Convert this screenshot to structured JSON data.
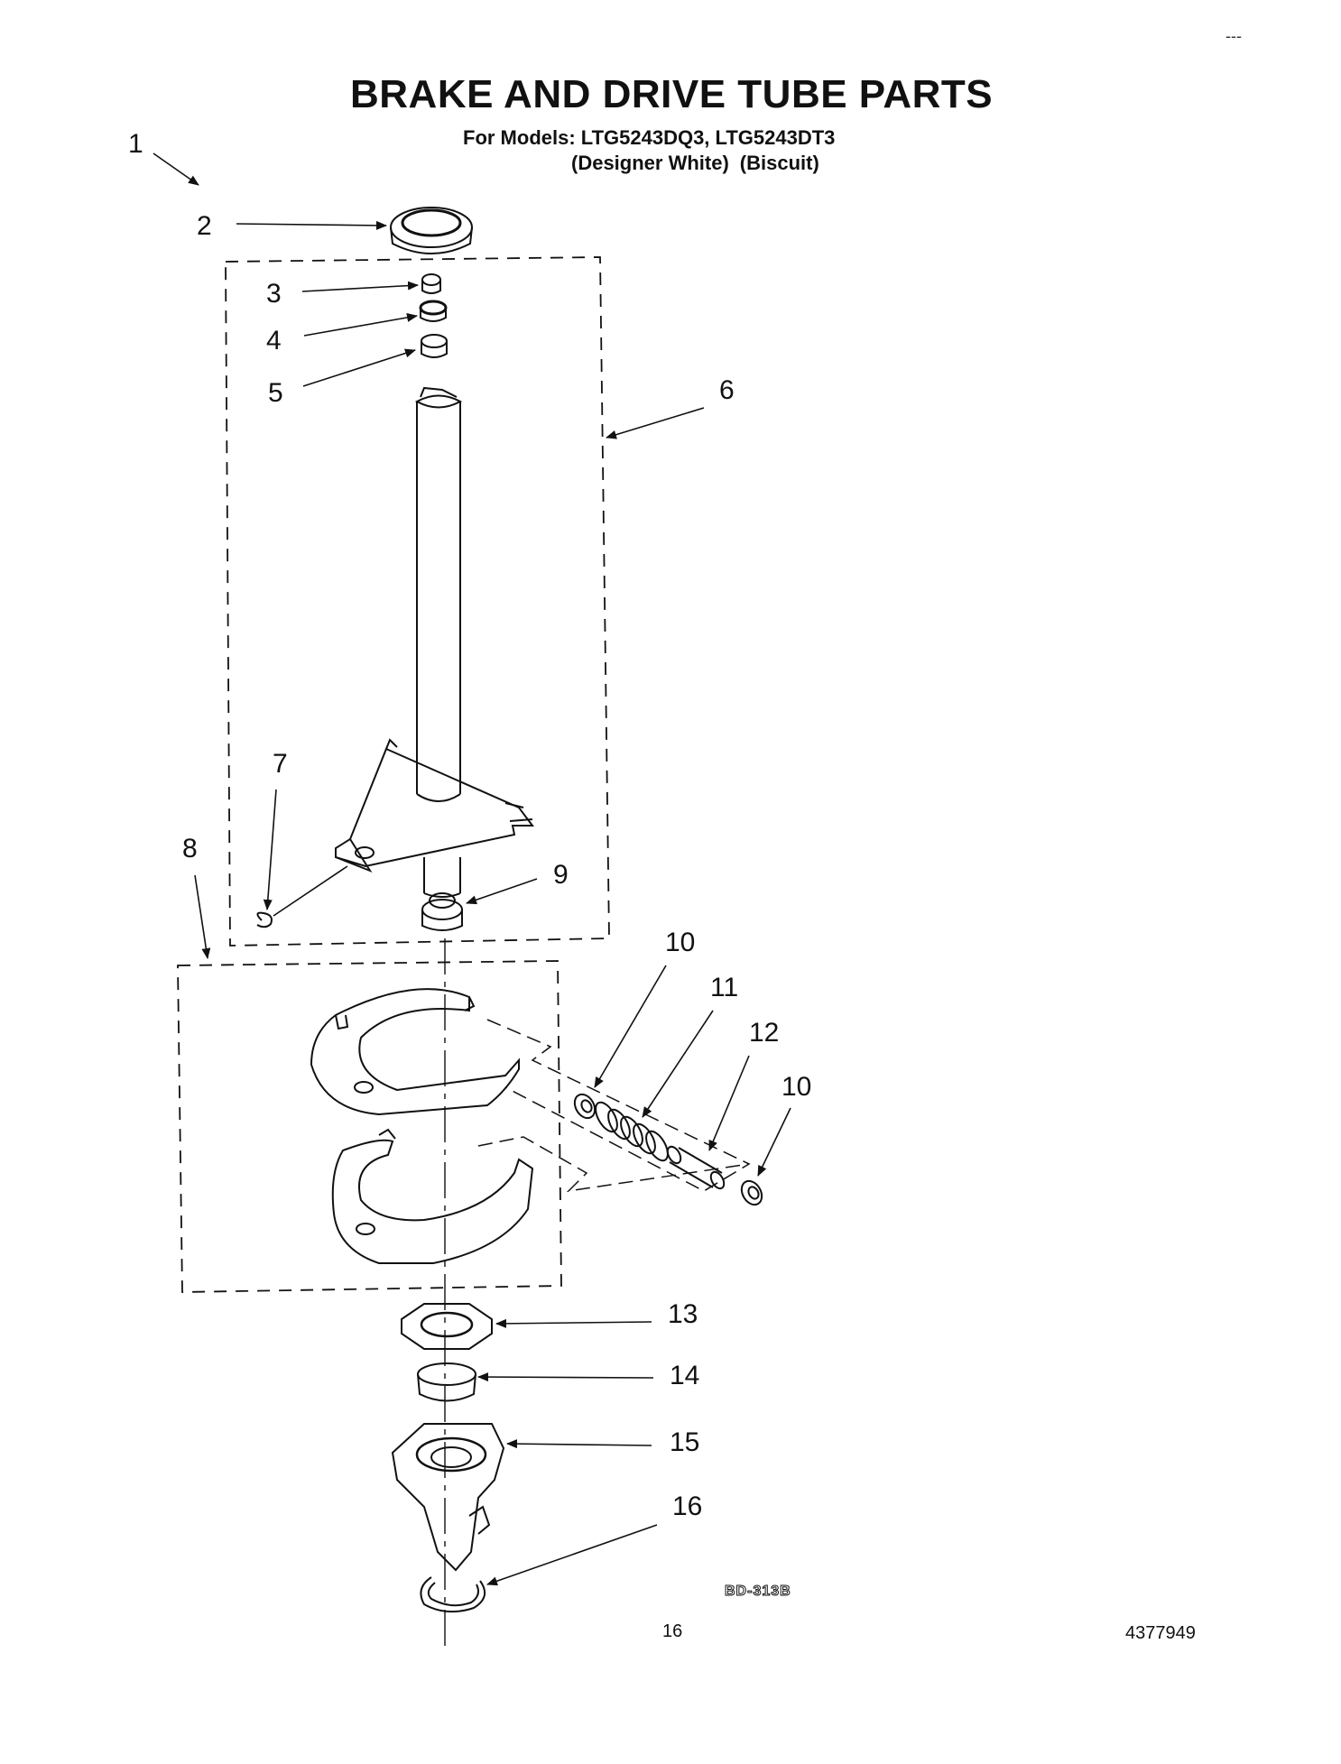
{
  "page": {
    "title": "BRAKE AND DRIVE TUBE PARTS",
    "models_line": "For Models: LTG5243DQ3, LTG5243DT3",
    "colors": [
      "(Designer White)",
      "(Biscuit)"
    ],
    "corner_mark": "---",
    "diagram_code": "BD-313B",
    "page_number": "16",
    "document_number": "4377949"
  },
  "callouts": [
    "1",
    "2",
    "3",
    "4",
    "5",
    "6",
    "7",
    "8",
    "9",
    "10",
    "11",
    "12",
    "10",
    "13",
    "14",
    "15",
    "16"
  ]
}
